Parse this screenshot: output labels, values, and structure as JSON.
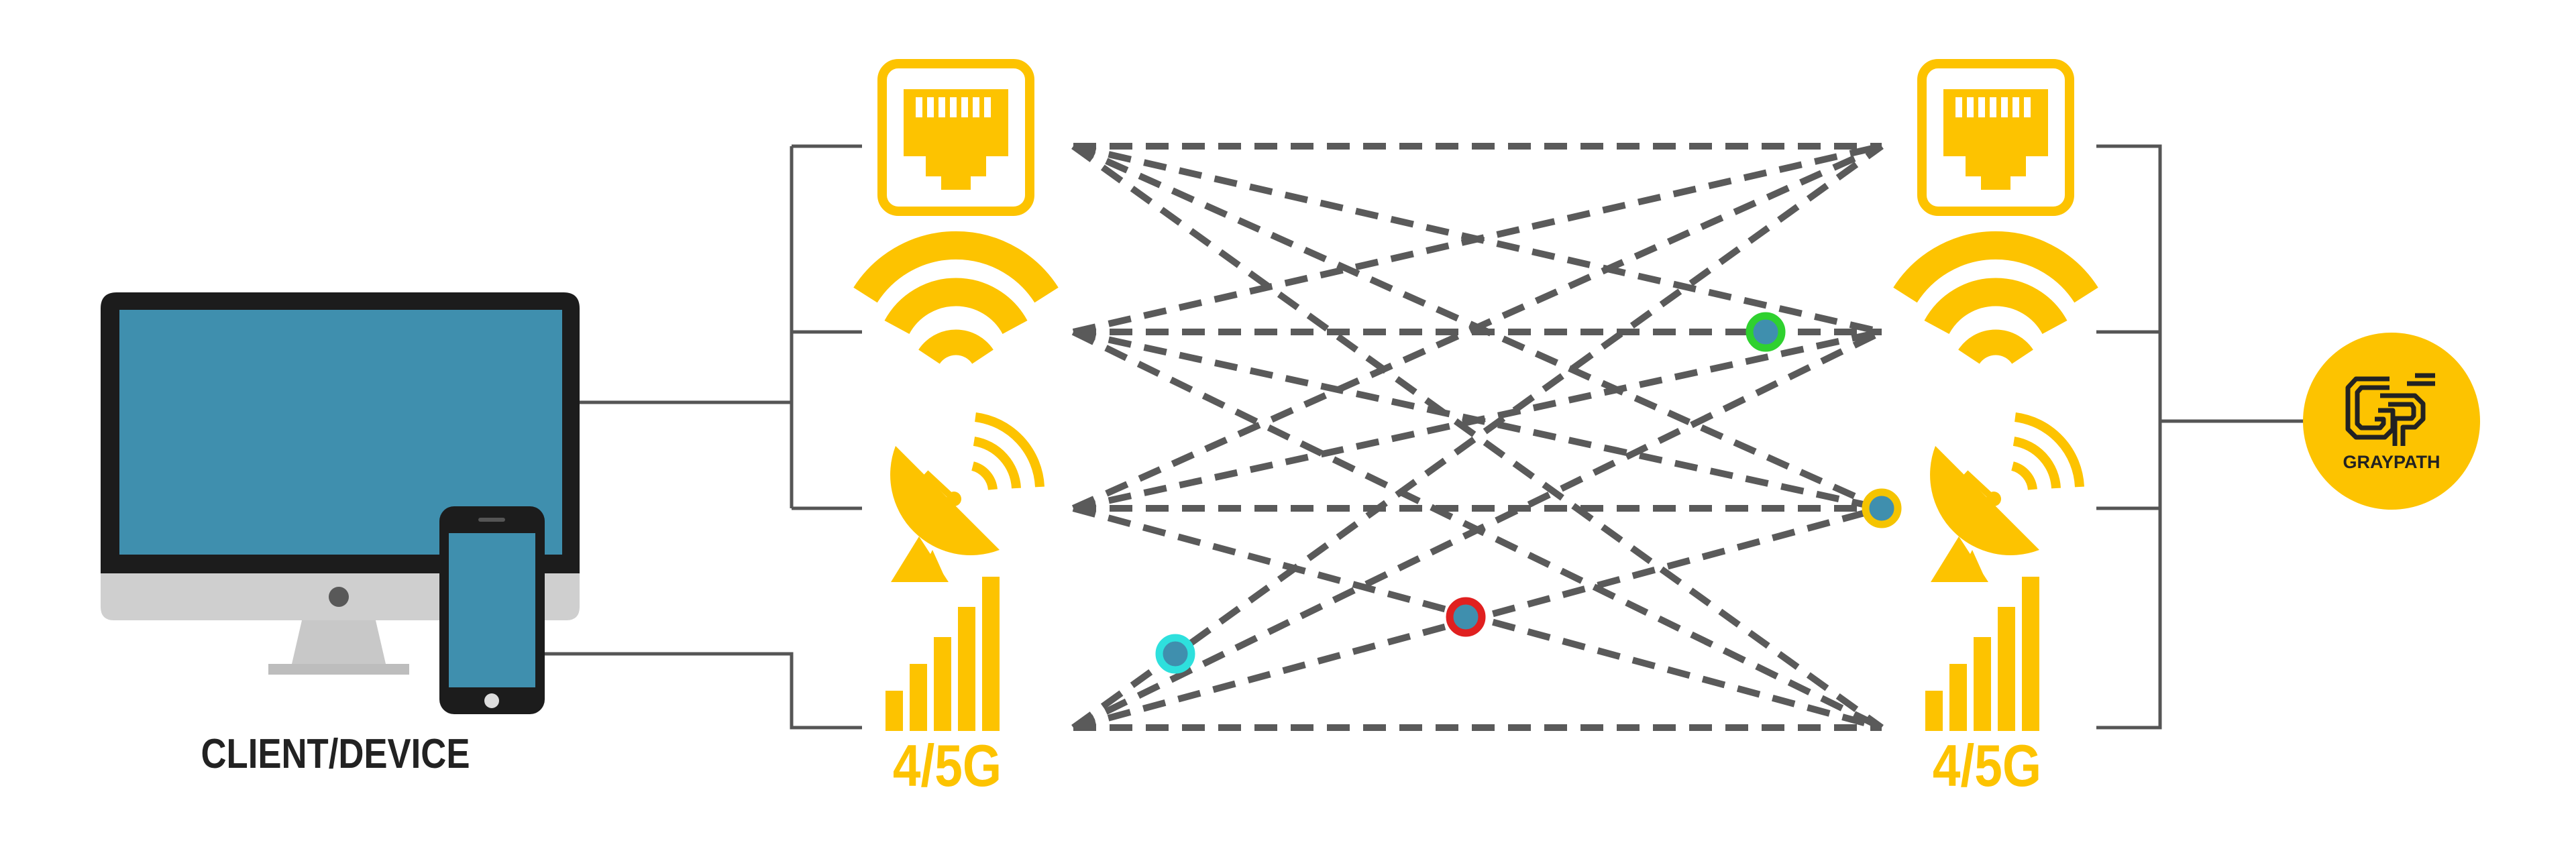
{
  "client": {
    "label": "CLIENT/DEVICE",
    "monitor_screen_color": "#3f8fae",
    "phone_screen_color": "#3f8fae"
  },
  "links": {
    "left": [
      {
        "id": "ethernet",
        "icon": "ethernet-port-icon"
      },
      {
        "id": "wifi",
        "icon": "wifi-icon"
      },
      {
        "id": "satellite",
        "icon": "satellite-dish-icon"
      },
      {
        "id": "cellular",
        "icon": "cellular-signal-icon",
        "label": "4/5G"
      }
    ],
    "right": [
      {
        "id": "ethernet",
        "icon": "ethernet-port-icon"
      },
      {
        "id": "wifi",
        "icon": "wifi-icon"
      },
      {
        "id": "satellite",
        "icon": "satellite-dish-icon"
      },
      {
        "id": "cellular",
        "icon": "cellular-signal-icon",
        "label": "4/5G"
      }
    ]
  },
  "logo": {
    "label": "GRAYPATH",
    "icon": "graypath-logo-icon"
  },
  "packets": [
    {
      "ring_color": "#2fd12f"
    },
    {
      "ring_color": "#f5c400"
    },
    {
      "ring_color": "#e02020"
    },
    {
      "ring_color": "#2ee0dd"
    }
  ],
  "colors": {
    "accent": "#fdc300",
    "wire": "#555555",
    "dash": "#5a5a5a",
    "bezel": "#1c1c1c",
    "stand": "#cccccc",
    "packet_fill": "#3f8fae"
  }
}
